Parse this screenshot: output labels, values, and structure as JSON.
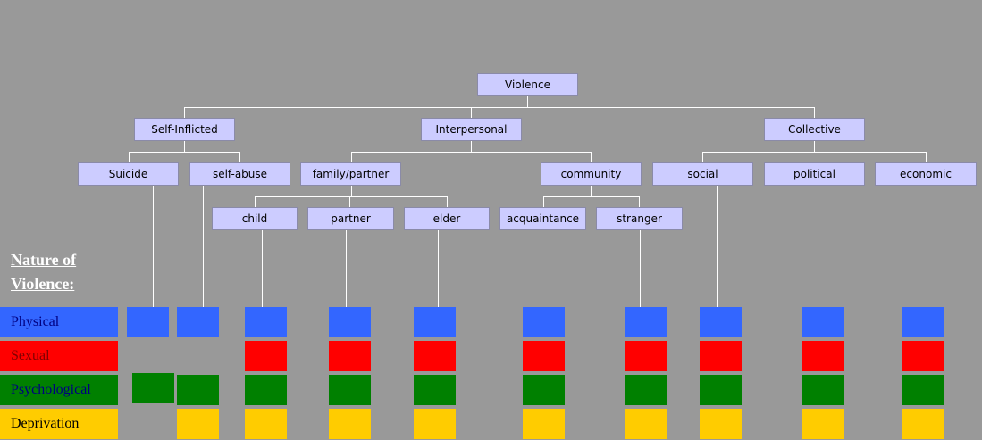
{
  "colors": {
    "background": "#999999",
    "node_fill": "#ccccff",
    "connector": "#ffffff",
    "physical": "#3366ff",
    "sexual": "#ff0000",
    "psychological": "#008000",
    "deprivation": "#ffcc00"
  },
  "tree": {
    "root": "Violence",
    "categories": [
      "Self-Inflicted",
      "Interpersonal",
      "Collective"
    ],
    "subcategories": [
      "Suicide",
      "self-abuse",
      "family/partner",
      "community",
      "social",
      "political",
      "economic"
    ],
    "leaves": [
      "child",
      "partner",
      "elder",
      "acquaintance",
      "stranger"
    ]
  },
  "nature": {
    "heading_line1": "Nature of",
    "heading_line2": "Violence:",
    "types": [
      {
        "label": "Physical",
        "color": "#3366ff",
        "text_color": "#000080"
      },
      {
        "label": "Sexual",
        "color": "#ff0000",
        "text_color": "#800000"
      },
      {
        "label": "Psychological",
        "color": "#008000",
        "text_color": "#000080"
      },
      {
        "label": "Deprivation",
        "color": "#ffcc00",
        "text_color": "#000000"
      }
    ]
  },
  "matrix": {
    "columns": [
      "Suicide",
      "self-abuse",
      "child",
      "partner",
      "elder",
      "acquaintance",
      "stranger",
      "social",
      "political",
      "economic"
    ],
    "presence": {
      "Physical": [
        true,
        true,
        true,
        true,
        true,
        true,
        true,
        true,
        true,
        true
      ],
      "Sexual": [
        false,
        false,
        true,
        true,
        true,
        true,
        true,
        true,
        true,
        true
      ],
      "Psychological": [
        true,
        true,
        true,
        true,
        true,
        true,
        true,
        true,
        true,
        true
      ],
      "Deprivation": [
        false,
        true,
        true,
        true,
        true,
        true,
        true,
        true,
        true,
        true
      ]
    }
  }
}
